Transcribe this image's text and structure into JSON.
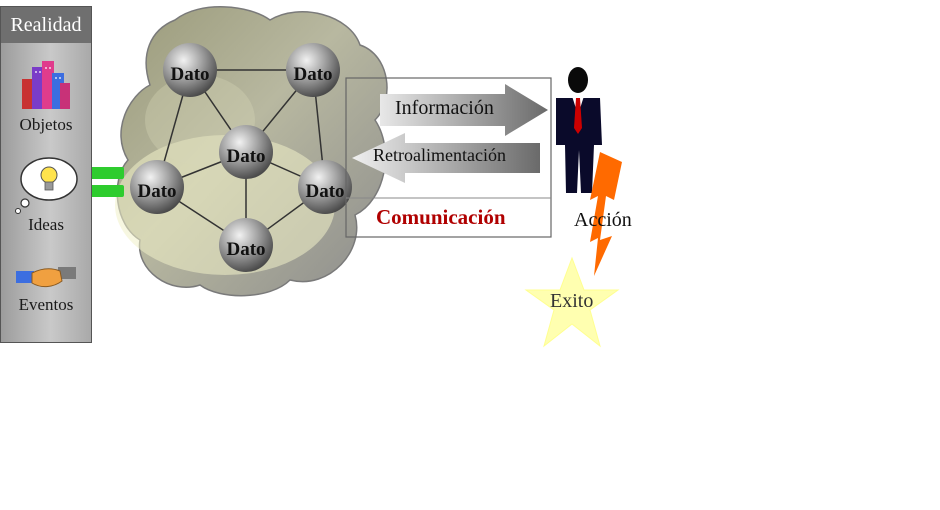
{
  "panel": {
    "title": "Realidad",
    "items": [
      {
        "label": "Objetos",
        "icon": "buildings-icon"
      },
      {
        "label": "Ideas",
        "icon": "lightbulb-thought-icon"
      },
      {
        "label": "Eventos",
        "icon": "handshake-icon"
      }
    ]
  },
  "network": {
    "nodes": [
      {
        "label": "Dato"
      },
      {
        "label": "Dato"
      },
      {
        "label": "Dato"
      },
      {
        "label": "Dato"
      },
      {
        "label": "Dato"
      },
      {
        "label": "Dato"
      }
    ]
  },
  "communication": {
    "forward_label": "Información",
    "feedback_label": "Retroalimentación",
    "title": "Comunicación"
  },
  "action_label": "Acción",
  "success_label": "Exito",
  "colors": {
    "panel_header": "#6f6f6f",
    "equals": "#2ecc2e",
    "title_red": "#b00000",
    "bolt": "#ff6a00",
    "star": "#ffffb0",
    "tie": "#cc0000"
  }
}
